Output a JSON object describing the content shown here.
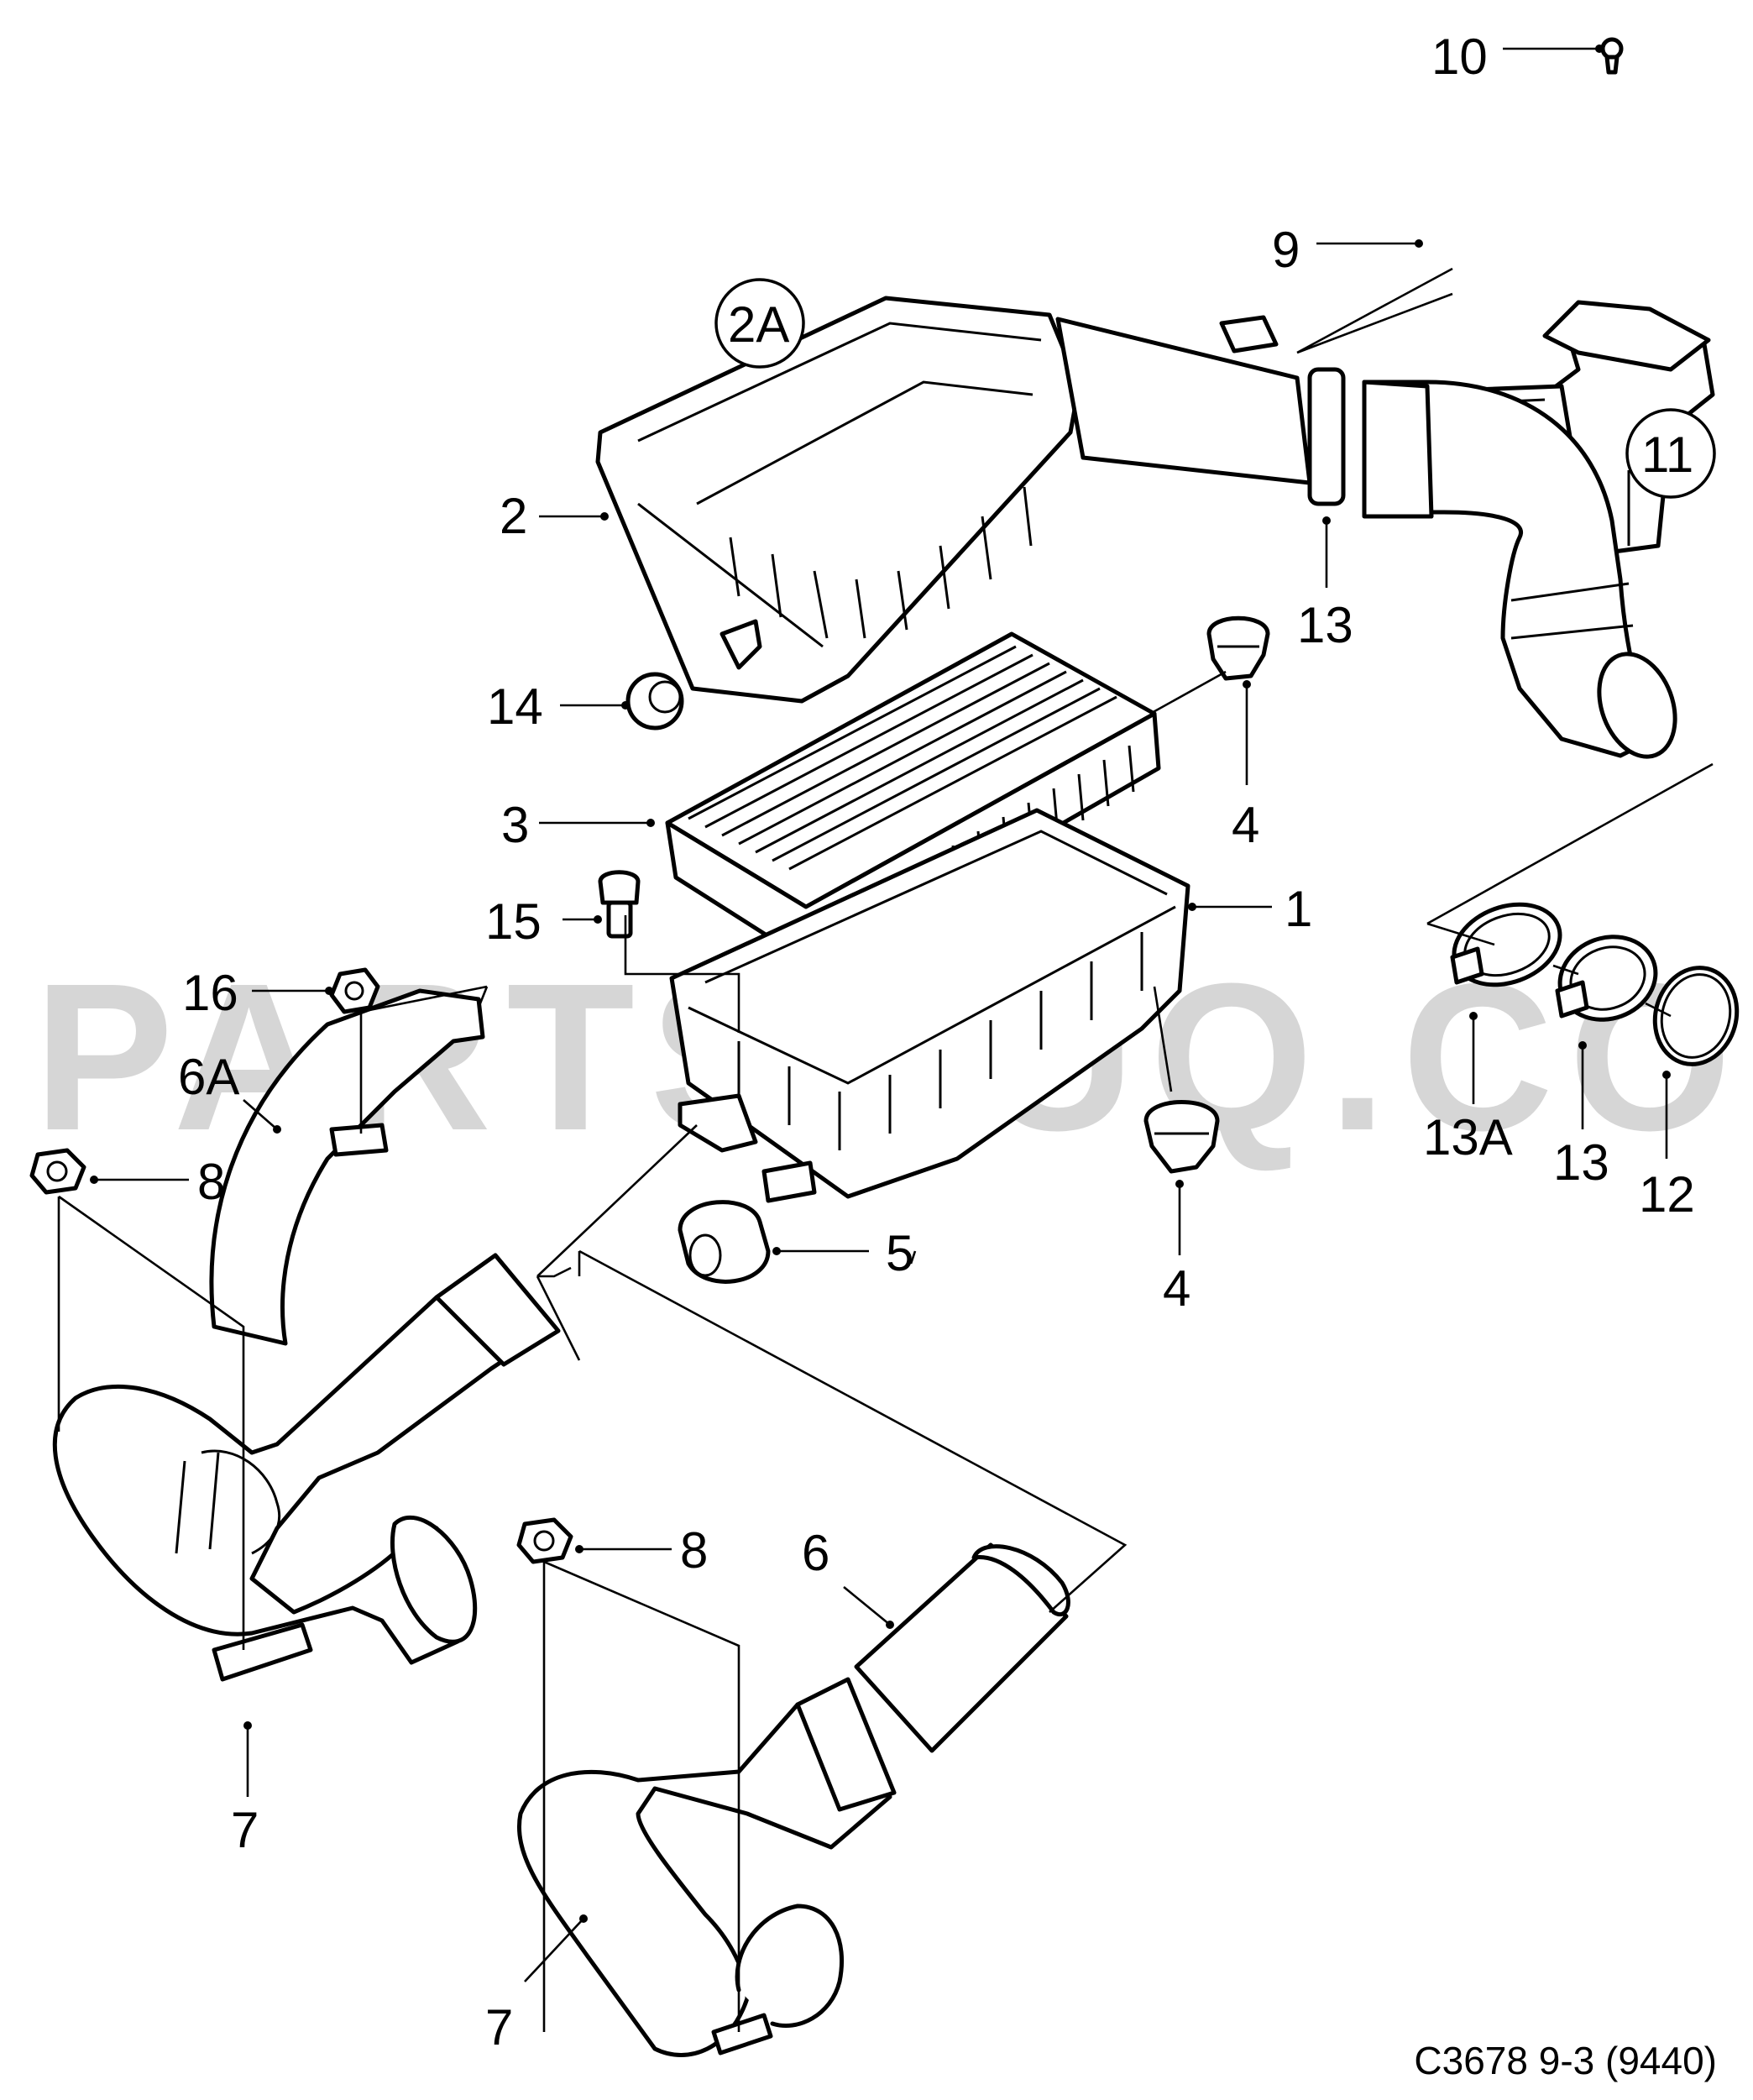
{
  "watermark": "PARTSOUQ.COM",
  "diagram_code": "C3678 9-3 (9440)",
  "callouts": [
    {
      "id": "c10",
      "text": "10"
    },
    {
      "id": "c9",
      "text": "9"
    },
    {
      "id": "c2A",
      "text": "2A"
    },
    {
      "id": "c11",
      "text": "11"
    },
    {
      "id": "c2",
      "text": "2"
    },
    {
      "id": "c13a",
      "text": "13"
    },
    {
      "id": "c14",
      "text": "14"
    },
    {
      "id": "c4a",
      "text": "4"
    },
    {
      "id": "c3",
      "text": "3"
    },
    {
      "id": "c1",
      "text": "1"
    },
    {
      "id": "c15",
      "text": "15"
    },
    {
      "id": "c16",
      "text": "16"
    },
    {
      "id": "c6A",
      "text": "6A"
    },
    {
      "id": "c13A",
      "text": "13A"
    },
    {
      "id": "c13b",
      "text": "13"
    },
    {
      "id": "c12",
      "text": "12"
    },
    {
      "id": "c8a",
      "text": "8"
    },
    {
      "id": "c5",
      "text": "5"
    },
    {
      "id": "c4b",
      "text": "4"
    },
    {
      "id": "c8b",
      "text": "8"
    },
    {
      "id": "c6",
      "text": "6"
    },
    {
      "id": "c7a",
      "text": "7"
    },
    {
      "id": "c7b",
      "text": "7"
    }
  ]
}
